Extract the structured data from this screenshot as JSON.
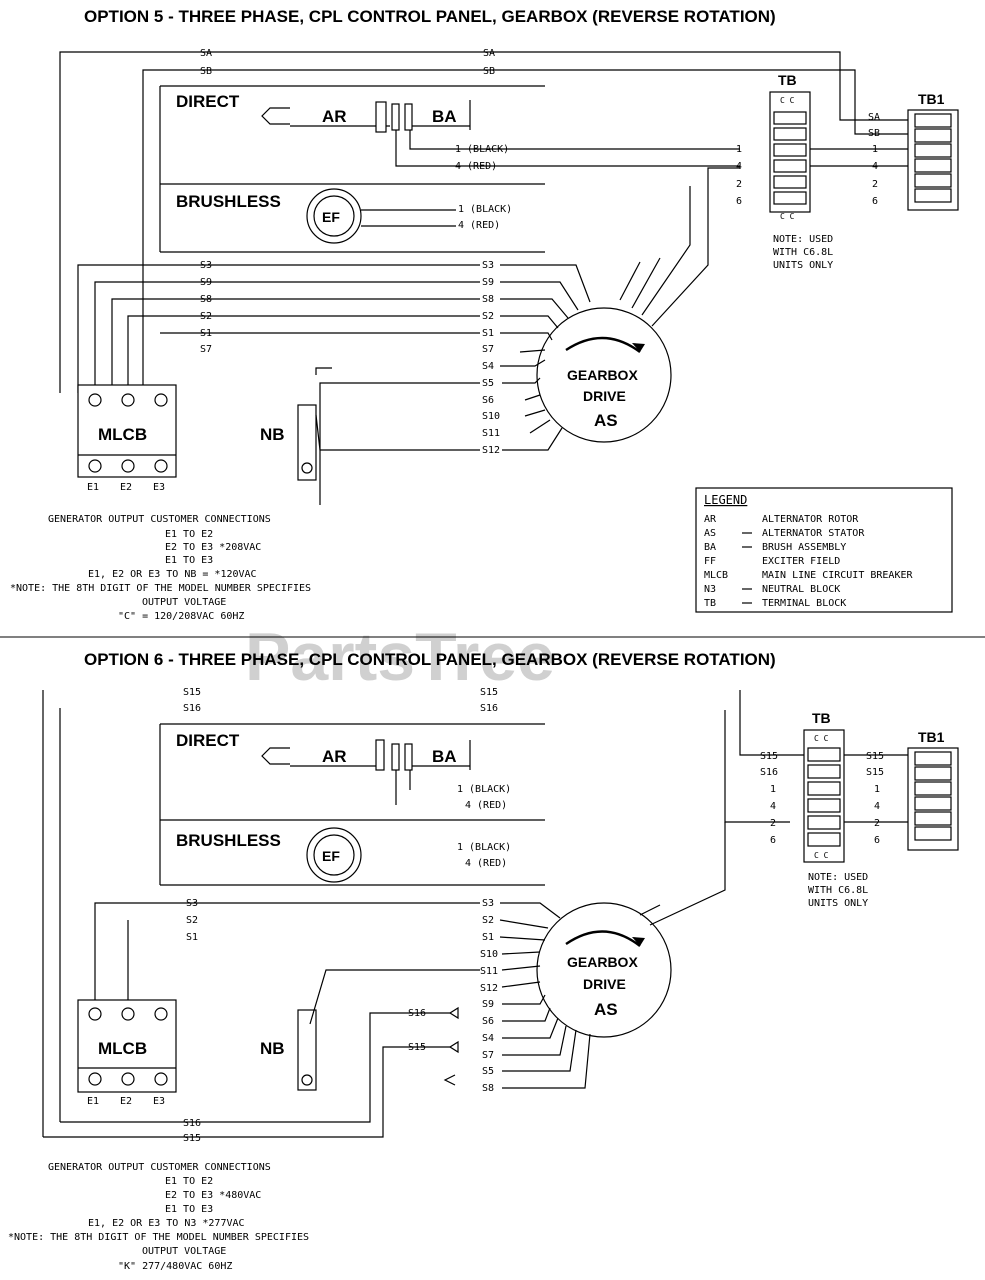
{
  "watermark": "PartsTree",
  "opt5": {
    "title": "OPTION 5 - THREE PHASE, CPL CONTROL PANEL, GEARBOX (REVERSE ROTATION)",
    "direct": "DIRECT",
    "ar": "AR",
    "ba": "BA",
    "brushless": "BRUSHLESS",
    "ef": "EF",
    "black": "1 (BLACK)",
    "red": "4 (RED)",
    "tb": "TB",
    "tb1": "TB1",
    "tb_cc": "C C",
    "tb_rows": [
      "SA",
      "SB",
      "1",
      "4",
      "2",
      "6"
    ],
    "tb_left": [
      "1",
      "4",
      "2",
      "6"
    ],
    "tb_right": [
      "SA",
      "SB",
      "1",
      "4",
      "2",
      "6"
    ],
    "tb_note": [
      "NOTE: USED",
      "WITH C6.8L",
      "UNITS ONLY"
    ],
    "gearbox": [
      "GEARBOX",
      "DRIVE",
      "AS"
    ],
    "mlcb": "MLCB",
    "nb": "NB",
    "e_labels": [
      "E1",
      "E2",
      "E3"
    ],
    "wires_top": [
      "SA",
      "SB"
    ],
    "left_s": [
      "S3",
      "S9",
      "S8",
      "S2",
      "S1",
      "S7"
    ],
    "right_s": [
      "S3",
      "S9",
      "S8",
      "S2",
      "S1",
      "S7",
      "S4",
      "S5",
      "S6",
      "S10",
      "S11",
      "S12"
    ],
    "notes": [
      "GENERATOR OUTPUT CUSTOMER CONNECTIONS",
      "E1 TO E2",
      "E2 TO E3   *208VAC",
      "E1 TO E3",
      "E1, E2 OR E3 TO NB = *120VAC",
      "*NOTE: THE 8TH DIGIT OF THE MODEL NUMBER SPECIFIES",
      "OUTPUT VOLTAGE",
      "\"C\" = 120/208VAC 60HZ"
    ],
    "legend_title": "LEGEND",
    "legend": [
      {
        "code": "AR",
        "desc": "ALTERNATOR ROTOR"
      },
      {
        "code": "AS",
        "desc": "ALTERNATOR STATOR"
      },
      {
        "code": "BA",
        "desc": "BRUSH ASSEMBLY"
      },
      {
        "code": "FF",
        "desc": "EXCITER FIELD"
      },
      {
        "code": "MLCB",
        "desc": "MAIN LINE CIRCUIT BREAKER"
      },
      {
        "code": "N3",
        "desc": "NEUTRAL BLOCK"
      },
      {
        "code": "TB",
        "desc": "TERMINAL BLOCK"
      }
    ]
  },
  "opt6": {
    "title": "OPTION 6 - THREE PHASE, CPL CONTROL PANEL, GEARBOX (REVERSE ROTATION)",
    "direct": "DIRECT",
    "ar": "AR",
    "ba": "BA",
    "brushless": "BRUSHLESS",
    "ef": "EF",
    "black": "1 (BLACK)",
    "red": "4 (RED)",
    "black2": "1 (BLACK)",
    "red2": "4 (RED)",
    "tb": "TB",
    "tb1": "TB1",
    "tb_cc": "C C",
    "tb_left": [
      "S15",
      "S16",
      "1",
      "4",
      "2",
      "6"
    ],
    "tb_right": [
      "S15",
      "S15",
      "1",
      "4",
      "2",
      "6"
    ],
    "tb_note": [
      "NOTE: USED",
      "WITH C6.8L",
      "UNITS ONLY"
    ],
    "gearbox": [
      "GEARBOX",
      "DRIVE",
      "AS"
    ],
    "mlcb": "MLCB",
    "nb": "NB",
    "e_labels": [
      "E1",
      "E2",
      "E3"
    ],
    "top_s": [
      "S15",
      "S16"
    ],
    "left_s": [
      "S3",
      "S2",
      "S1"
    ],
    "right_s": [
      "S3",
      "S2",
      "S1",
      "S10",
      "S11",
      "S12",
      "S9",
      "S6",
      "S4",
      "S7",
      "S5",
      "S8"
    ],
    "mid_s": [
      "S16",
      "S15"
    ],
    "bottom_s": [
      "S16",
      "S15"
    ],
    "notes": [
      "GENERATOR OUTPUT CUSTOMER CONNECTIONS",
      "E1 TO E2",
      "E2 TO E3   *480VAC",
      "E1 TO E3",
      "E1, E2 OR E3 TO N3   *277VAC",
      "*NOTE: THE 8TH DIGIT OF THE MODEL NUMBER SPECIFIES",
      "OUTPUT VOLTAGE",
      "\"K\"   277/480VAC 60HZ"
    ]
  }
}
